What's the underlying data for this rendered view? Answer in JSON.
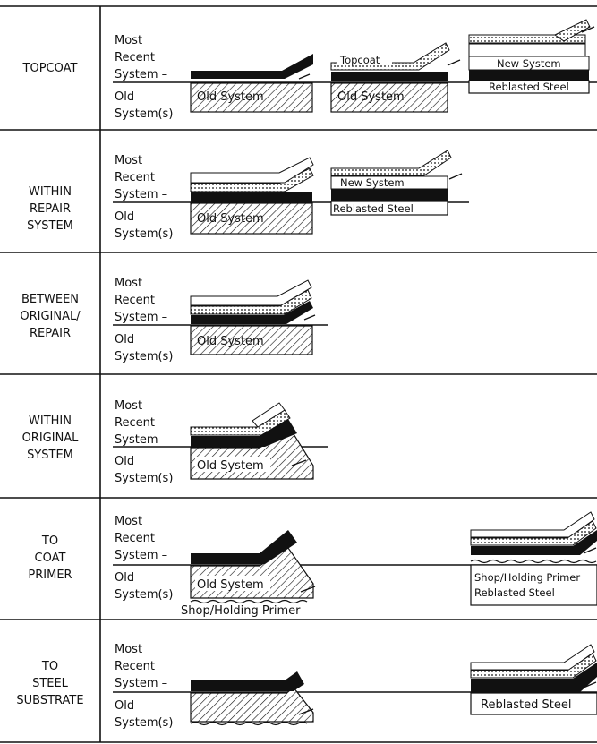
{
  "colors": {
    "ink": "#111111",
    "paper": "#ffffff"
  },
  "rows": [
    {
      "label": [
        "TOPCOAT"
      ],
      "side": [
        "Most",
        "Recent",
        "System –",
        "Old",
        "System(s)"
      ],
      "old_system": "Old System",
      "topcoat": "Topcoat",
      "new_system": "New System",
      "reblasted_steel": "Reblasted Steel"
    },
    {
      "label": [
        "WITHIN",
        "REPAIR",
        "SYSTEM"
      ],
      "side": [
        "Most",
        "Recent",
        "System –",
        "Old",
        "System(s)"
      ],
      "old_system": "Old System",
      "new_system": "New System",
      "reblasted_steel": "Reblasted Steel"
    },
    {
      "label": [
        "BETWEEN",
        "ORIGINAL/",
        "REPAIR"
      ],
      "side": [
        "Most",
        "Recent",
        "System –",
        "Old",
        "System(s)"
      ],
      "old_system": "Old System"
    },
    {
      "label": [
        "WITHIN",
        "ORIGINAL",
        "SYSTEM"
      ],
      "side": [
        "Most",
        "Recent",
        "System –",
        "Old",
        "System(s)"
      ],
      "old_system": "Old System"
    },
    {
      "label": [
        "TO",
        "COAT",
        "PRIMER"
      ],
      "side": [
        "Most",
        "Recent",
        "System –",
        "Old",
        "System(s)"
      ],
      "old_system": "Old System",
      "shop_primer": "Shop/Holding Primer",
      "reblasted_steel": "Reblasted Steel"
    },
    {
      "label": [
        "TO",
        "STEEL",
        "SUBSTRATE"
      ],
      "side": [
        "Most",
        "Recent",
        "System –",
        "Old",
        "System(s)"
      ],
      "reblasted_steel": "Reblasted Steel"
    }
  ]
}
